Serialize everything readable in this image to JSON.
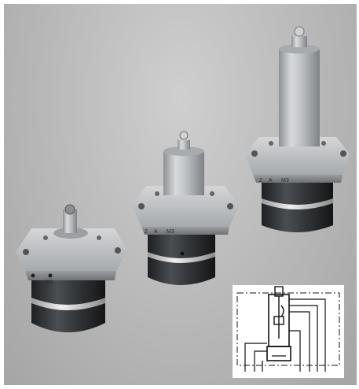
{
  "colors": {
    "backdrop": "#bcbcbc",
    "body_dark": "#2e3134",
    "flange_steel": "#b9bcbf",
    "groove_light": "#e6e6e6",
    "schematic_line": "#111111",
    "schematic_bg": "#ffffff"
  },
  "cylinders": {
    "small": {
      "port_label_1": "M1",
      "port_label_2": ""
    },
    "medium": {
      "port_label_1": "2",
      "port_label_2": "A",
      "port_label_3": "M3"
    },
    "tall": {
      "port_label_1": "2",
      "port_label_2": "A",
      "port_label_3": "M3"
    }
  },
  "schematic": {
    "icon": "hydraulic-cylinder-symbol"
  }
}
